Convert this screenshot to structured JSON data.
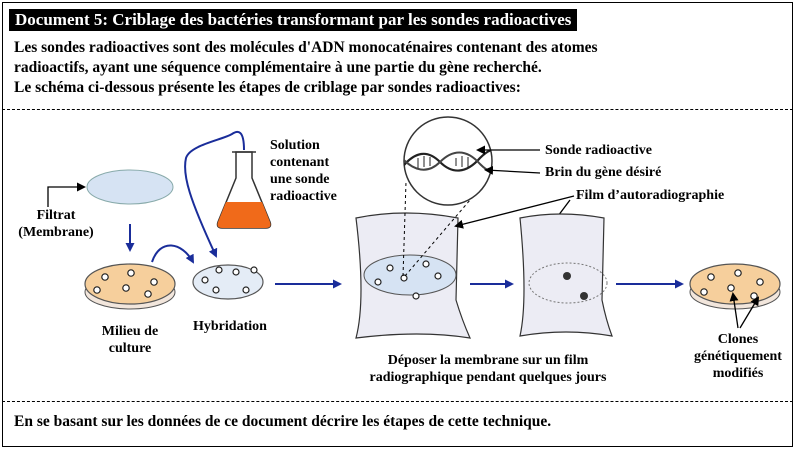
{
  "document": {
    "title": "Document 5: Criblage des bactéries transformant par les sondes radioactives",
    "intro_lines": [
      "Les sondes radioactives sont des molécules d'ADN monocaténaires contenant des atomes",
      "radioactifs, ayant une séquence complémentaire à une partie du gène recherché.",
      "Le schéma ci-dessous présente les étapes de criblage par sondes radioactives:"
    ],
    "question": "En se basant sur les données de ce document décrire les étapes de cette technique."
  },
  "diagram": {
    "labels": {
      "filtrat_line1": "Filtrat",
      "filtrat_line2": "(Membrane)",
      "milieu_line1": "Milieu de",
      "milieu_line2": "culture",
      "hybridation": "Hybridation",
      "solution_line1": "Solution",
      "solution_line2": "contenant",
      "solution_line3": "une sonde",
      "solution_line4": "radioactive",
      "sonde": "Sonde radioactive",
      "brin": "Brin du gène désiré",
      "film": "Film d’autoradiographie",
      "deposer_line1": "Déposer la membrane sur un film",
      "deposer_line2": "radiographique pendant quelques jours",
      "clones_line1": "Clones",
      "clones_line2": "génétiquement",
      "clones_line3": "modifiés"
    },
    "colors": {
      "arrow_blue": "#1a2d9a",
      "petri_fill": "#f6cf9c",
      "membrane_fill": "#d6e3f3",
      "solution_orange": "#f06a1a",
      "film_fill": "#ececf4"
    }
  }
}
